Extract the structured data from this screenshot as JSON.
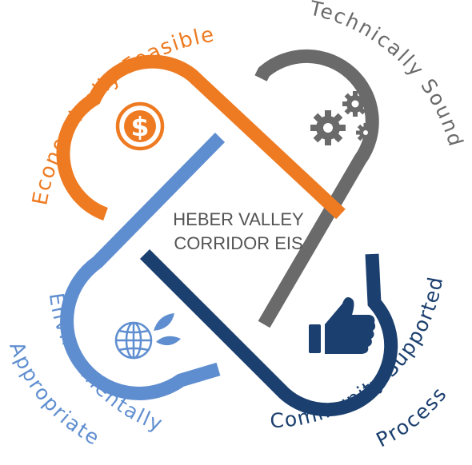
{
  "center": {
    "line1": "HEBER VALLEY",
    "line2": "CORRIDOR EIS"
  },
  "pillars": {
    "economic": {
      "label": "Economically Feasible",
      "color": "#ee7b22",
      "icon": "dollar-coin-icon"
    },
    "technical": {
      "label": "Technically Sound",
      "color": "#6a6a6a",
      "icon": "gears-icon"
    },
    "environmental": {
      "line1": "Environmentally",
      "line2": "Appropriate",
      "color": "#5f8ed0",
      "icon": "globe-leaves-icon"
    },
    "community": {
      "line1": "Community Supported",
      "line2": "Process",
      "color": "#1b3f6e",
      "icon": "thumbs-up-icon"
    }
  },
  "icons": {
    "dollar_symbol": "$"
  }
}
